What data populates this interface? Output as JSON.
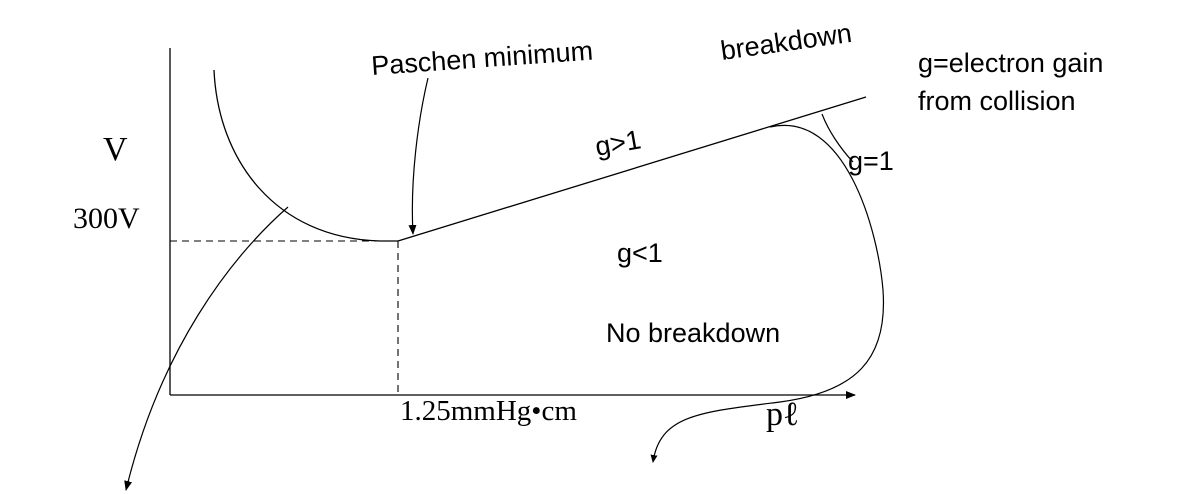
{
  "diagram": {
    "y_axis_label": "V",
    "y_value_label": "300V",
    "x_value_label": "1.25mmHg•cm",
    "x_axis_label": "pℓ",
    "paschen_minimum_label": "Paschen minimum",
    "breakdown_label": "breakdown",
    "gain_definition_line1": "g=electron gain",
    "gain_definition_line2": "from collision",
    "g_greater_label": "g>1",
    "g_equal_label": "g=1",
    "g_less_label": "g<1",
    "no_breakdown_label": "No breakdown",
    "line_color": "#000000",
    "background_color": "#ffffff"
  }
}
